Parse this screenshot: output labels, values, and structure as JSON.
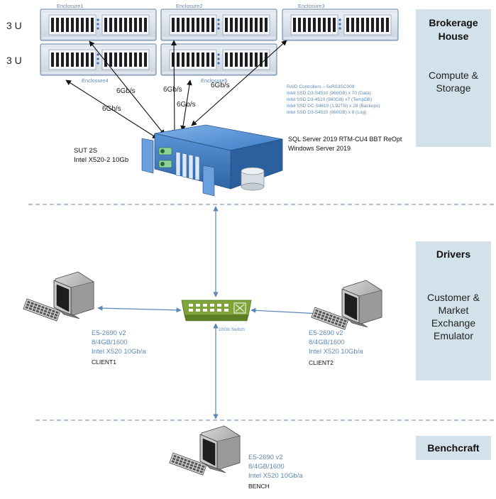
{
  "zones": {
    "brokerage": {
      "title": "Brokerage House",
      "subtitle": "Compute & Storage"
    },
    "drivers": {
      "title": "Drivers",
      "subtitle": "Customer & Market Exchange Emulator"
    },
    "benchcraft": {
      "title": "Benchcraft"
    }
  },
  "storage": {
    "rack_units": [
      "3 U",
      "3 U"
    ],
    "enclosures": [
      "Enclosure1",
      "Enclosure2",
      "Enclosure3",
      "Enclosure4",
      "Enclosure5"
    ],
    "specs": [
      "RAID Controllers – 5xRS3SC008",
      "Intel SSD D3-S4510 (960GB) x 70 (Data)",
      "Intel SSD D3-4510 (960GB) x7 (TempDB)",
      "Intel SSD DC S4610 (1.92TB) x 28 (Backups)",
      "Intel SSD D3-S4510 (960GB) x 8 (Log)"
    ]
  },
  "links": {
    "speeds": [
      "6Gb/s",
      "6Gb/s",
      "6Gb/s",
      "6Gb/s",
      "6Gb/s"
    ]
  },
  "server": {
    "name": "SUT 2S",
    "nic": "Intel X520-2 10Gb",
    "software": [
      "SQL Server 2019 RTM-CU4 BBT ReOpt",
      "Windows Server 2019"
    ]
  },
  "network": {
    "switch_label": "10Gb Switch"
  },
  "clients": [
    {
      "specs": [
        "E5-2690 v2",
        "8/4GB/1600",
        "Intel X520 10Gb/a"
      ],
      "name": "CLIENT1"
    },
    {
      "specs": [
        "E5-2690 v2",
        "8/4GB/1600",
        "Intel X520 10Gb/a"
      ],
      "name": "CLIENT2"
    },
    {
      "specs": [
        "E5-2690 v2",
        "8/4GB/1600",
        "Intel X520 10Gb/a"
      ],
      "name": "BENCH"
    }
  ],
  "colors": {
    "panel": "#d3e1ea",
    "connector": "#5b87b8",
    "spec_text": "#5e88b4",
    "server_blue": "#3f7ec6",
    "switch_green": "#7fa53a"
  }
}
